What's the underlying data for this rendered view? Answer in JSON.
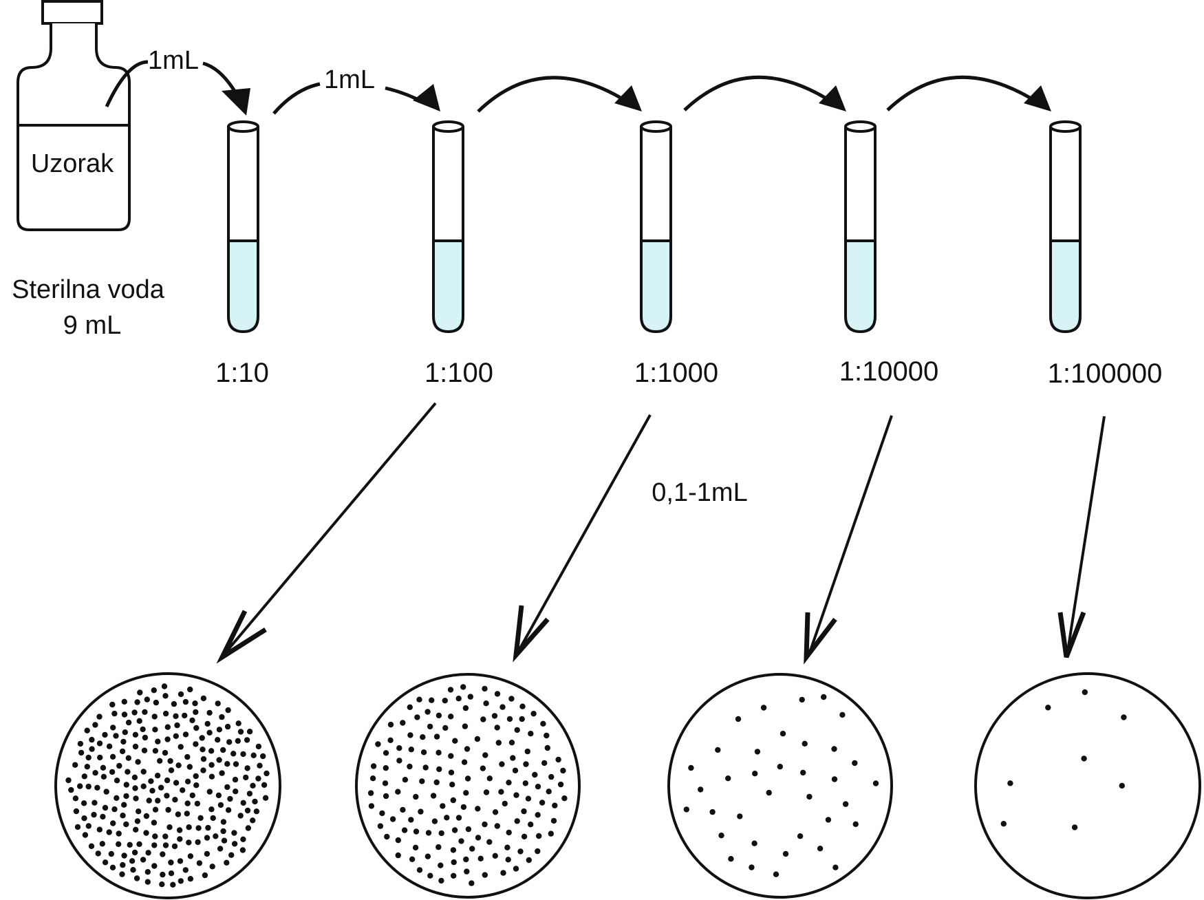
{
  "colors": {
    "stroke": "#111111",
    "liquid": "#d6f3f6",
    "colony": "#111111",
    "background": "#ffffff"
  },
  "bottle": {
    "label": "Uzorak",
    "caption_line1": "Sterilna voda",
    "caption_line2": "9 mL"
  },
  "transfer_labels": {
    "first": "1mL",
    "second": "1mL",
    "plating": "0,1-1mL"
  },
  "tubes": [
    {
      "dilution": "1:10"
    },
    {
      "dilution": "1:100"
    },
    {
      "dilution": "1:1000"
    },
    {
      "dilution": "1:10000"
    },
    {
      "dilution": "1:100000"
    }
  ],
  "plates": [
    {
      "source_dilution": "1:100",
      "colony_density": "very high",
      "colony_count": 260
    },
    {
      "source_dilution": "1:1000",
      "colony_density": "high",
      "colony_count": 165
    },
    {
      "source_dilution": "1:10000",
      "colony_density": "low",
      "colony_count": 36
    },
    {
      "source_dilution": "1:100000",
      "colony_density": "very low",
      "colony_count": 8
    }
  ],
  "icons": {
    "bottle": "sample-bottle-icon",
    "tube": "test-tube-icon",
    "plate": "petri-dish-icon",
    "arrow": "transfer-arrow-icon"
  }
}
